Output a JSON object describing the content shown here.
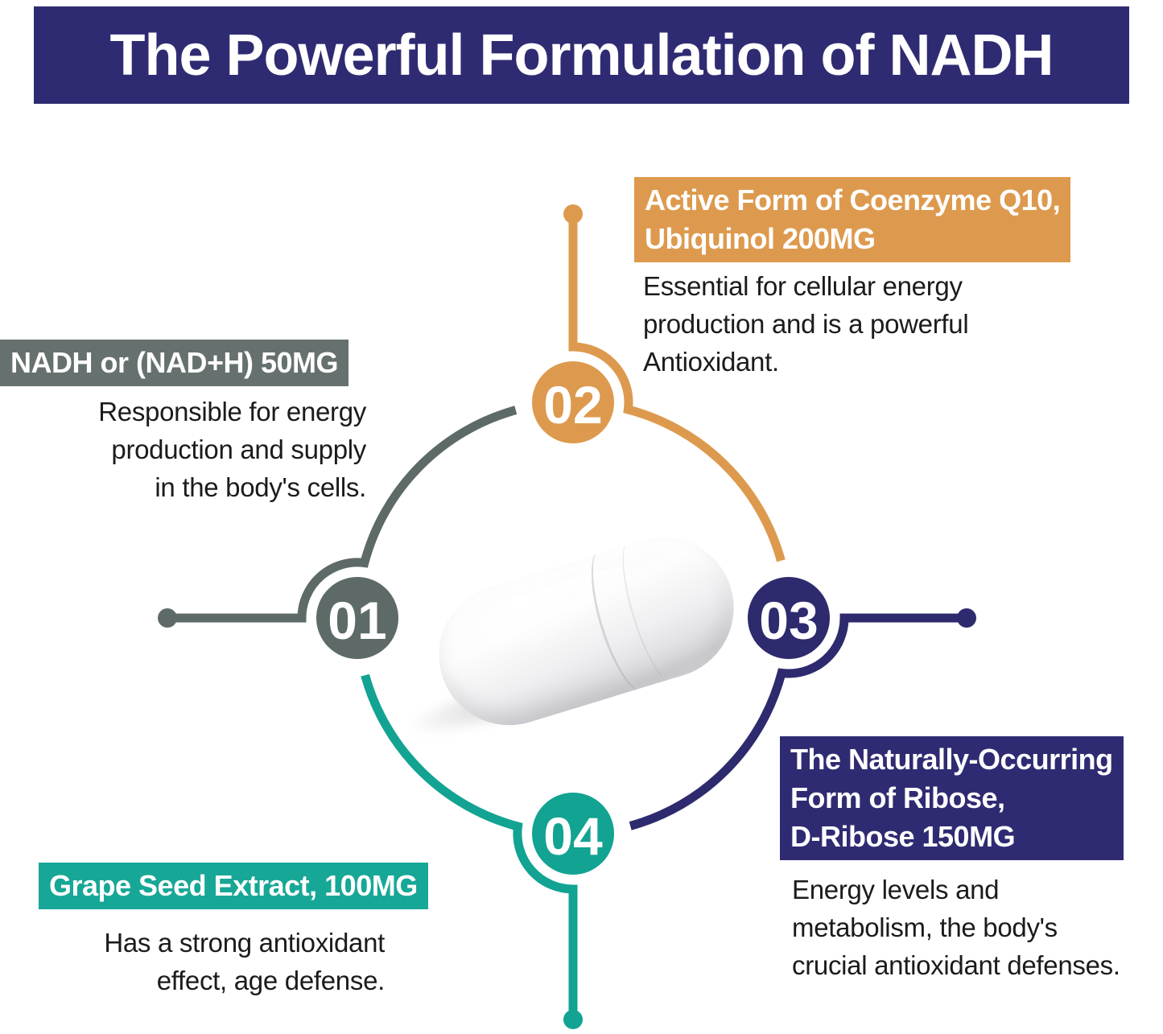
{
  "title": "The Powerful Formulation of NADH",
  "colors": {
    "navy": "#2f2b72",
    "orange": "#dd9a4e",
    "gray_bar": "#66716f",
    "gray_accent": "#5d6a68",
    "teal_bar": "#17a796",
    "teal_accent": "#12a392",
    "navy_accent": "#2e2a6e",
    "body_text": "#1b1b1b",
    "background": "#ffffff"
  },
  "items": [
    {
      "number": "01",
      "heading_lines": [
        "NADH or (NAD+H) 50MG"
      ],
      "body_lines": [
        "Responsible for energy",
        "production and supply",
        "in the body's cells."
      ],
      "bar_color": "#66716f",
      "accent_color": "#5d6a68"
    },
    {
      "number": "02",
      "heading_lines": [
        "Active Form of Coenzyme Q10,",
        "Ubiquinol 200MG"
      ],
      "body_lines": [
        "Essential for cellular energy",
        "production and is a powerful",
        "Antioxidant."
      ],
      "bar_color": "#dd9a4e",
      "accent_color": "#dd9a4e"
    },
    {
      "number": "03",
      "heading_lines": [
        "The Naturally-Occurring",
        "Form of Ribose,",
        "D-Ribose 150MG"
      ],
      "body_lines": [
        "Energy levels and",
        "metabolism, the body's",
        "crucial antioxidant defenses."
      ],
      "bar_color": "#2f2b72",
      "accent_color": "#2e2a6e"
    },
    {
      "number": "04",
      "heading_lines": [
        "Grape Seed Extract, 100MG"
      ],
      "body_lines": [
        "Has a strong antioxidant",
        "effect, age defense."
      ],
      "bar_color": "#17a796",
      "accent_color": "#12a392"
    }
  ]
}
